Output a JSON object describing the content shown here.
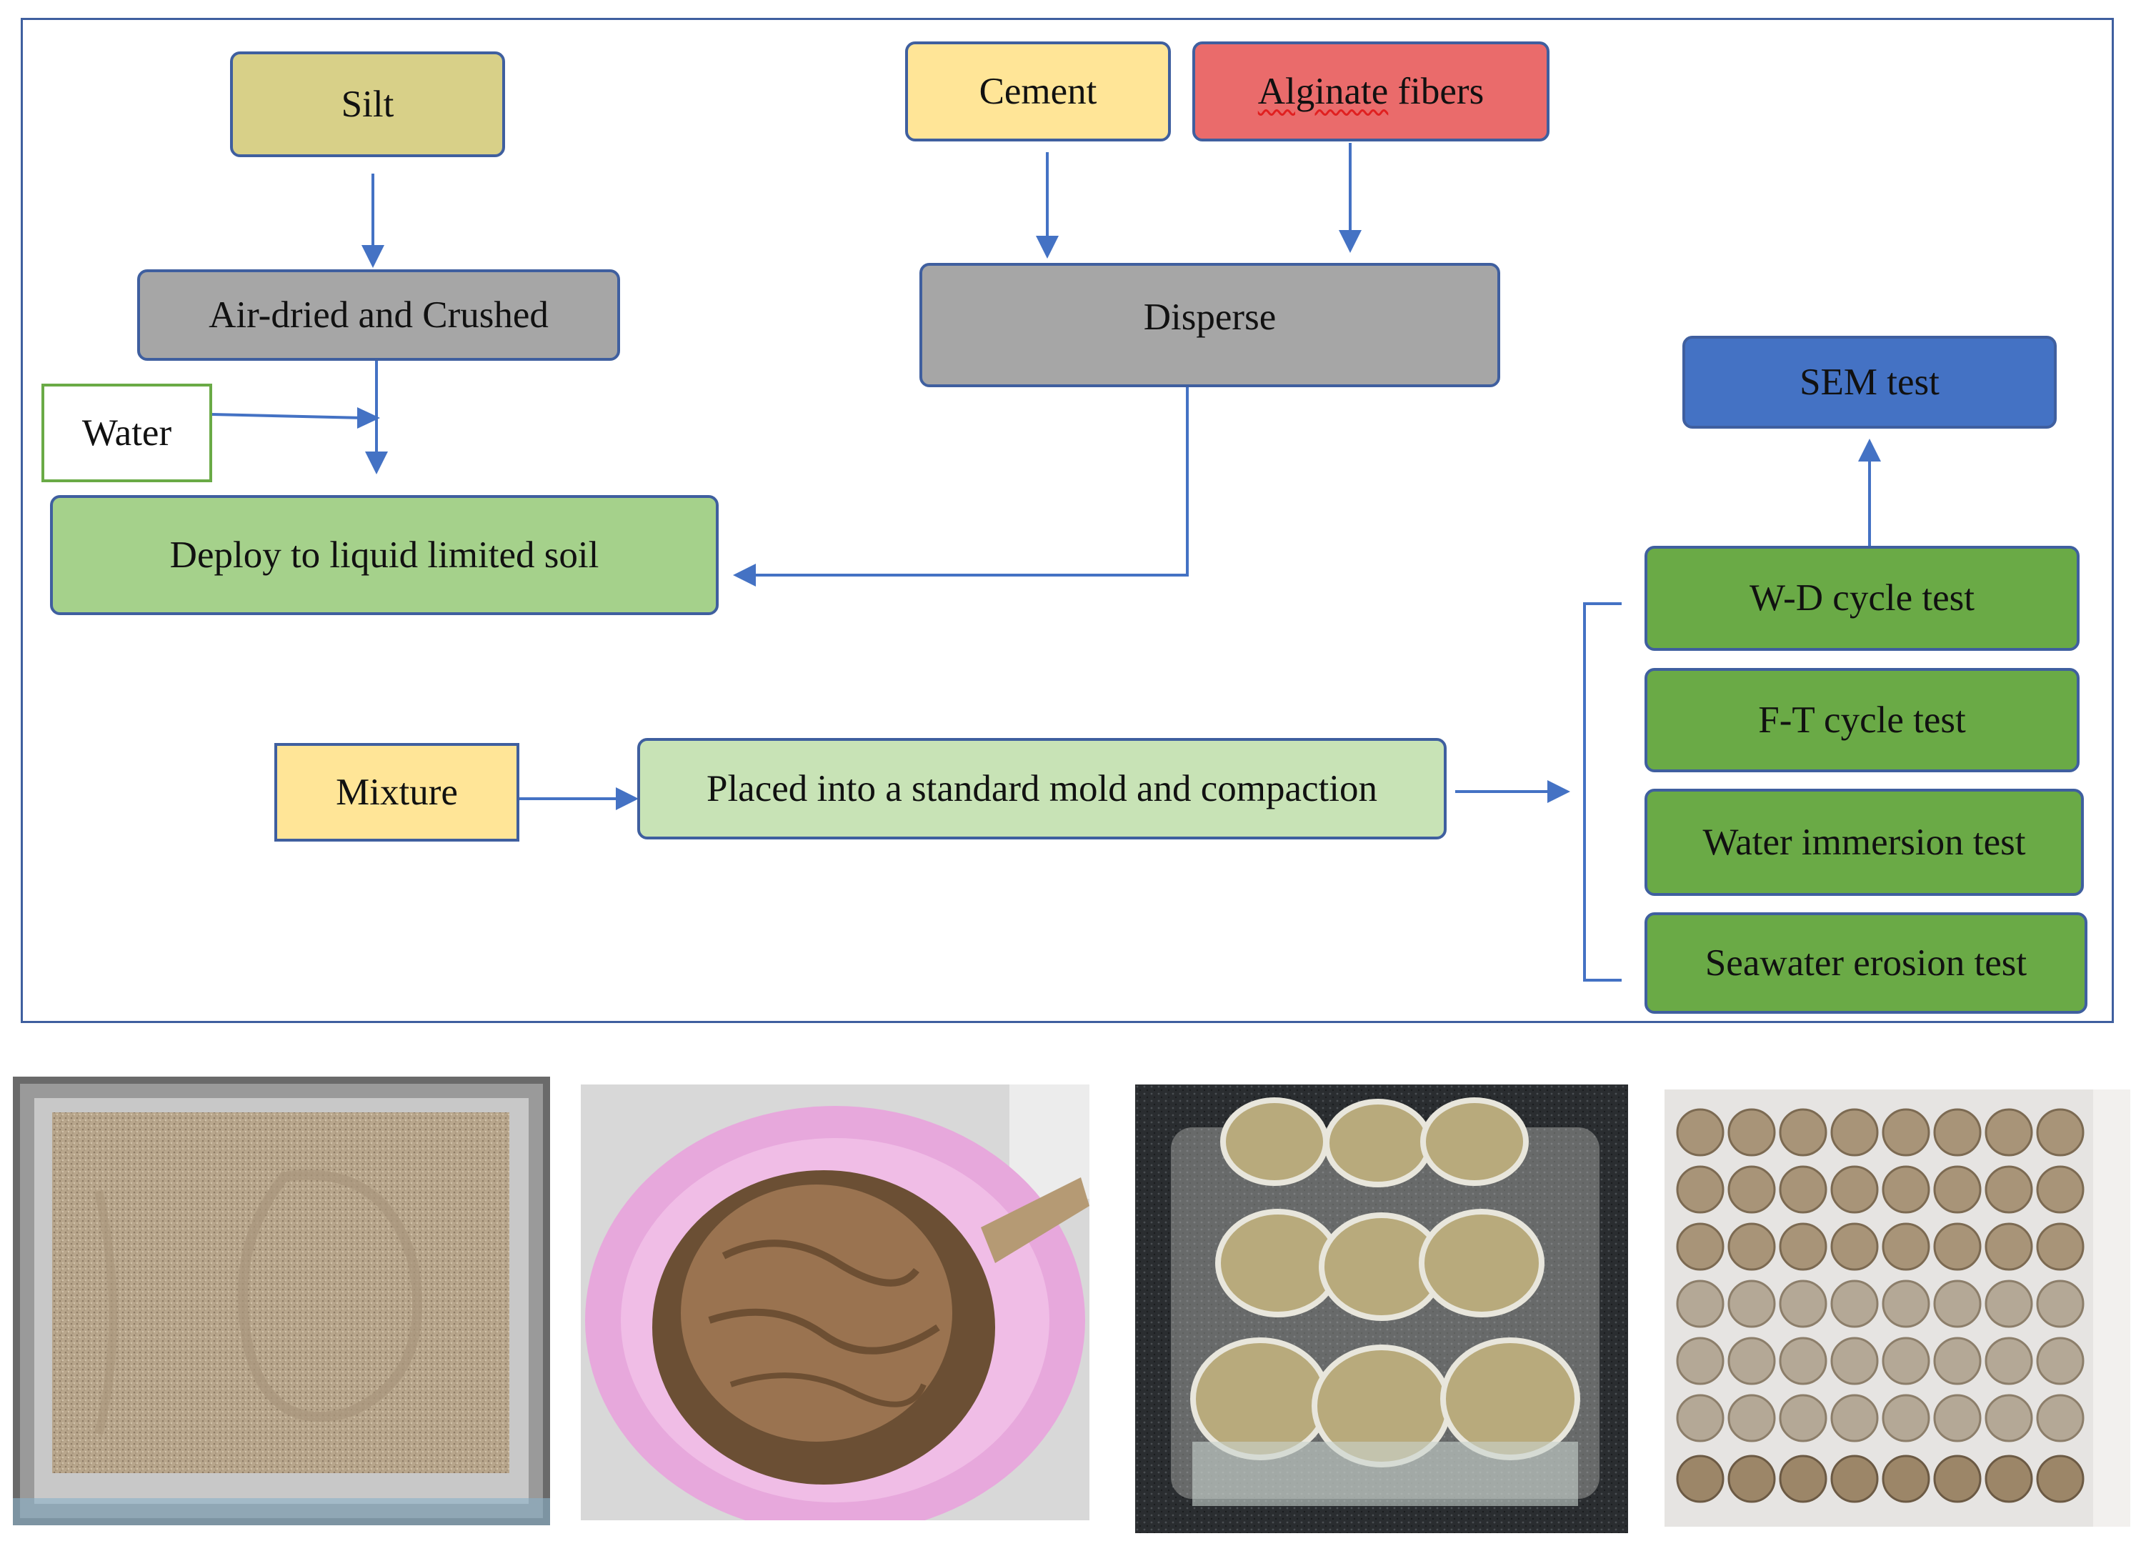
{
  "nodes": {
    "silt": "Silt",
    "cement": "Cement",
    "alginate": "Alginate fibers",
    "air_dried": "Air-dried and Crushed",
    "disperse": "Disperse",
    "water": "Water",
    "deploy": "Deploy to liquid limited soil",
    "sem": "SEM test",
    "wd": "W-D cycle test",
    "ft": "F-T cycle test",
    "immersion": "Water immersion test",
    "seawater": "Seawater erosion test",
    "mixture": "Mixture",
    "placed": "Placed into a standard mold and compaction"
  },
  "colors": {
    "frame": "#3f5f9f",
    "arrow": "#4472c4",
    "silt": "#d8d088",
    "cement": "#ffe597",
    "alginate": "#ea6b6b",
    "gray": "#a6a6a6",
    "water_border": "#6aaa46",
    "deploy": "#a5d18b",
    "placed": "#c8e3b6",
    "sem": "#4472c4",
    "test_green": "#6aaa46"
  },
  "photos": [
    {
      "name": "silt-tray-photo",
      "subject": "dry silt in metal tray"
    },
    {
      "name": "mixing-bowl-photo",
      "subject": "wet mixture in pink bowl"
    },
    {
      "name": "wrapped-molds-photo",
      "subject": "specimens in molds wrapped in plastic film"
    },
    {
      "name": "specimens-grid-photo",
      "subject": "rows of cylindrical specimens"
    }
  ]
}
